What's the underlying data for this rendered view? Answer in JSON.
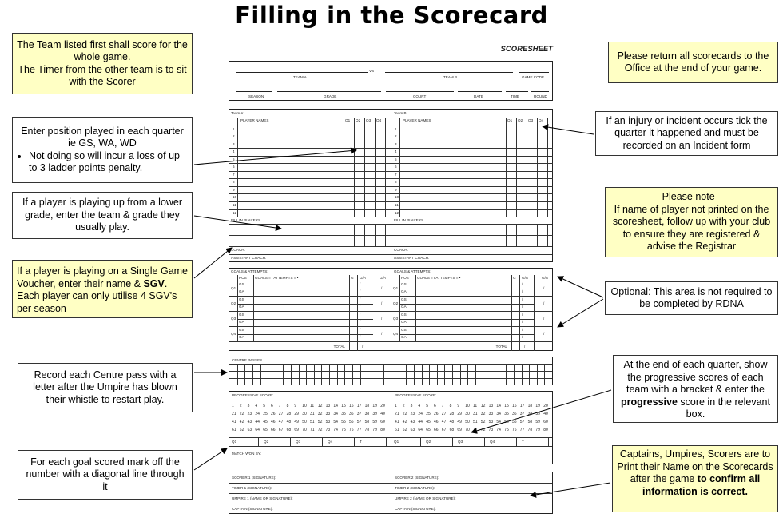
{
  "title": "Filling in the Scorecard",
  "callouts": {
    "team_first": "The Team listed first shall score for the whole game.\nThe Timer from the other team is to sit with the Scorer",
    "return": "Please return all scorecards to the Office at the end of your game.",
    "position_main": "Enter position played in each quarter ie GS, WA, WD",
    "position_bullet": "Not doing so will incur a loss of up to 3 ladder points penalty.",
    "injury": "If an injury or incident occurs tick the quarter it happened and must be recorded on an Incident form",
    "playing_up": "If a player is playing up from a lower grade, enter the team & grade they usually play.",
    "please_note_title": "Please note -",
    "please_note_body": "If name of player not printed on the scoresheet, follow up with your club to ensure they are registered & advise the Registrar",
    "sgv_pre": "If a player is playing on a Single Game Voucher, enter their name & ",
    "sgv_bold": "SGV",
    "sgv_post": ". Each player can only utilise 4 SGV's per season",
    "optional": "Optional: This area is not required to be completed by RDNA",
    "centre": "Record each Centre pass with a letter after the Umpire has blown their whistle to restart play.",
    "progressive_pre": "At the end of each quarter, show the progressive scores of each team with a bracket & enter the ",
    "progressive_bold": "progressive",
    "progressive_post": " score in the relevant box.",
    "goal_mark": "For each goal scored mark off the number with a diagonal line through it",
    "captains_pre": "Captains, Umpires, Scorers are to Print their Name on the Scorecards after the game ",
    "captains_bold": "to confirm all information is correct."
  },
  "sheet": {
    "title": "SCORESHEET",
    "vs": "VS",
    "team_a": "TEAM A",
    "team_b": "TEAM B",
    "game_code": "GAME CODE",
    "season": "SEASON",
    "grade": "GRADE",
    "court": "COURT",
    "date": "DATE",
    "time": "TIME",
    "round": "ROUND",
    "team_a_label": "Team A:",
    "team_b_label": "Team B:",
    "player_names": "PLAYER NAMES",
    "quarters": [
      "Q1",
      "Q2",
      "Q3",
      "Q4"
    ],
    "fill_in": "FILL IN PLAYERS",
    "coach": "COACH:",
    "assistant_coach": "ASSISTANT COACH:",
    "goals_attempts": "GOALS & ATTEMPTS:",
    "pos": "POS",
    "goals_att_header": "GOALS = I    ATTEMPTS = •",
    "g": "G",
    "ga_ratio": "G/A",
    "positions": [
      "GS",
      "GA"
    ],
    "slash": "/",
    "total": "TOTAL",
    "centre_passes": "CENTRE PASSES",
    "progressive_score": "PROGRESSIVE SCORE:",
    "score_rows": [
      "1  2  3  4  5  6  7  8  9  10  11  12  13  14  15  16  17  18  19  20",
      "21 22 23 24 25 26 27 28 29 30 31 32 33 34 35 36 37 38 39 40",
      "41 42 43 44 45 46 47 48 49 50 51 52 53 54 55 56 57 58 59 60",
      "61 62 63 64 65 66 67 68 69 70 71 72 73 74 75 76 77 78 79 80"
    ],
    "t": "T",
    "match_won_by": "MATCH WON BY:",
    "scorer1": "SCORER 1 (SIGNATURE):",
    "scorer2": "SCORER 2 (SIGNATURE):",
    "timer1": "TIMER 1 (SIGNATURE):",
    "timer2": "TIMER 2 (SIGNATURE):",
    "umpire1": "UMPIRE 1 (NAME OR SIGNATURE):",
    "umpire2": "UMPIRE 2 (NAME OR SIGNATURE):",
    "captain": "CAPTAIN (SIGNATURE):"
  }
}
